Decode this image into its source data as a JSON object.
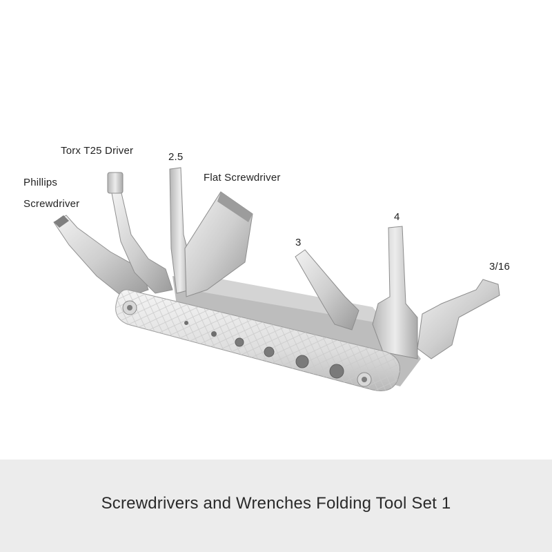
{
  "labels": {
    "torx": "Torx T25 Driver",
    "hex_25": "2.5",
    "phillips_line1": "Phillips",
    "phillips_line2": "Screwdriver",
    "flat": "Flat Screwdriver",
    "hex_3": "3",
    "hex_4": "4",
    "hex_316": "3/16"
  },
  "caption": "Screwdrivers and Wrenches Folding Tool Set 1",
  "colors": {
    "background": "#ffffff",
    "caption_bar": "#ececec",
    "text": "#222222",
    "metal_light": "#e6e6e6",
    "metal_mid": "#c4c4c4",
    "metal_dark": "#8e8e8e"
  }
}
